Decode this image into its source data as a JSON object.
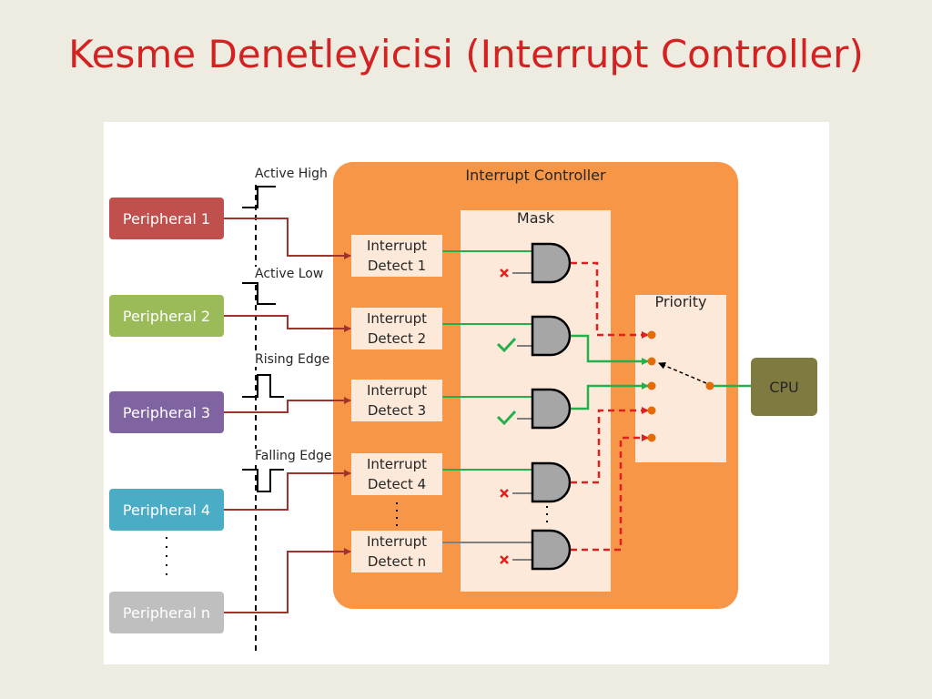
{
  "slide": {
    "title": "Kesme Denetleyicisi (Interrupt Controller)"
  },
  "diagram": {
    "controller_label": "Interrupt Controller",
    "mask_label": "Mask",
    "priority_label": "Priority",
    "cpu_label": "CPU",
    "peripherals": [
      {
        "label": "Peripheral 1",
        "color": "#c0504d"
      },
      {
        "label": "Peripheral 2",
        "color": "#9bbb59"
      },
      {
        "label": "Peripheral 3",
        "color": "#8064a2"
      },
      {
        "label": "Peripheral 4",
        "color": "#4bacc6"
      },
      {
        "label": "Peripheral n",
        "color": "#bfbfbf"
      }
    ],
    "detectors": [
      {
        "line1": "Interrupt",
        "line2": "Detect 1",
        "mask": "blocked"
      },
      {
        "line1": "Interrupt",
        "line2": "Detect 2",
        "mask": "enabled"
      },
      {
        "line1": "Interrupt",
        "line2": "Detect 3",
        "mask": "enabled"
      },
      {
        "line1": "Interrupt",
        "line2": "Detect 4",
        "mask": "blocked"
      },
      {
        "line1": "Interrupt",
        "line2": "Detect n",
        "mask": "blocked"
      }
    ],
    "signal_types": [
      {
        "label": "Active High"
      },
      {
        "label": "Active Low"
      },
      {
        "label": "Rising Edge"
      },
      {
        "label": "Falling Edge"
      }
    ],
    "colors": {
      "controller": "#f79646",
      "panel": "#fde9d9",
      "wire": "#a0332e",
      "active": "#22b14c",
      "inactive": "#e02020",
      "cpu": "#7f7a3f",
      "title": "#d42222"
    }
  }
}
